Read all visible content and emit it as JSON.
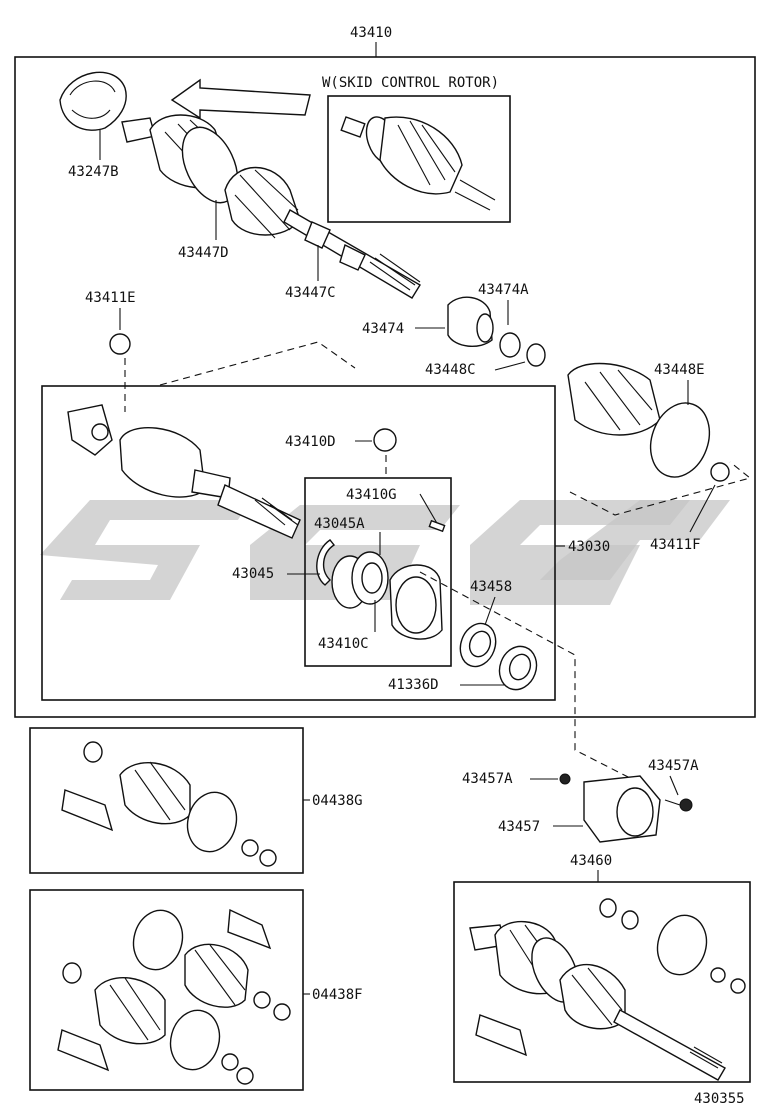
{
  "diagram": {
    "assembly_label": "43410",
    "inset_label": "W(SKID CONTROL ROTOR)",
    "figure_code": "430355",
    "parts": {
      "p43247B": "43247B",
      "p43447D": "43447D",
      "p43447C": "43447C",
      "p43474A": "43474A",
      "p43474": "43474",
      "p43448C": "43448C",
      "p43411E": "43411E",
      "p43448E": "43448E",
      "p43411F": "43411F",
      "p43410D": "43410D",
      "p43410G": "43410G",
      "p43045A": "43045A",
      "p43045": "43045",
      "p43030": "43030",
      "p43458": "43458",
      "p43410C": "43410C",
      "p41336D": "41336D",
      "p43457A_left": "43457A",
      "p43457A_right": "43457A",
      "p43457": "43457",
      "p43460": "43460",
      "p04438G": "04438G",
      "p04438F": "04438F"
    }
  }
}
